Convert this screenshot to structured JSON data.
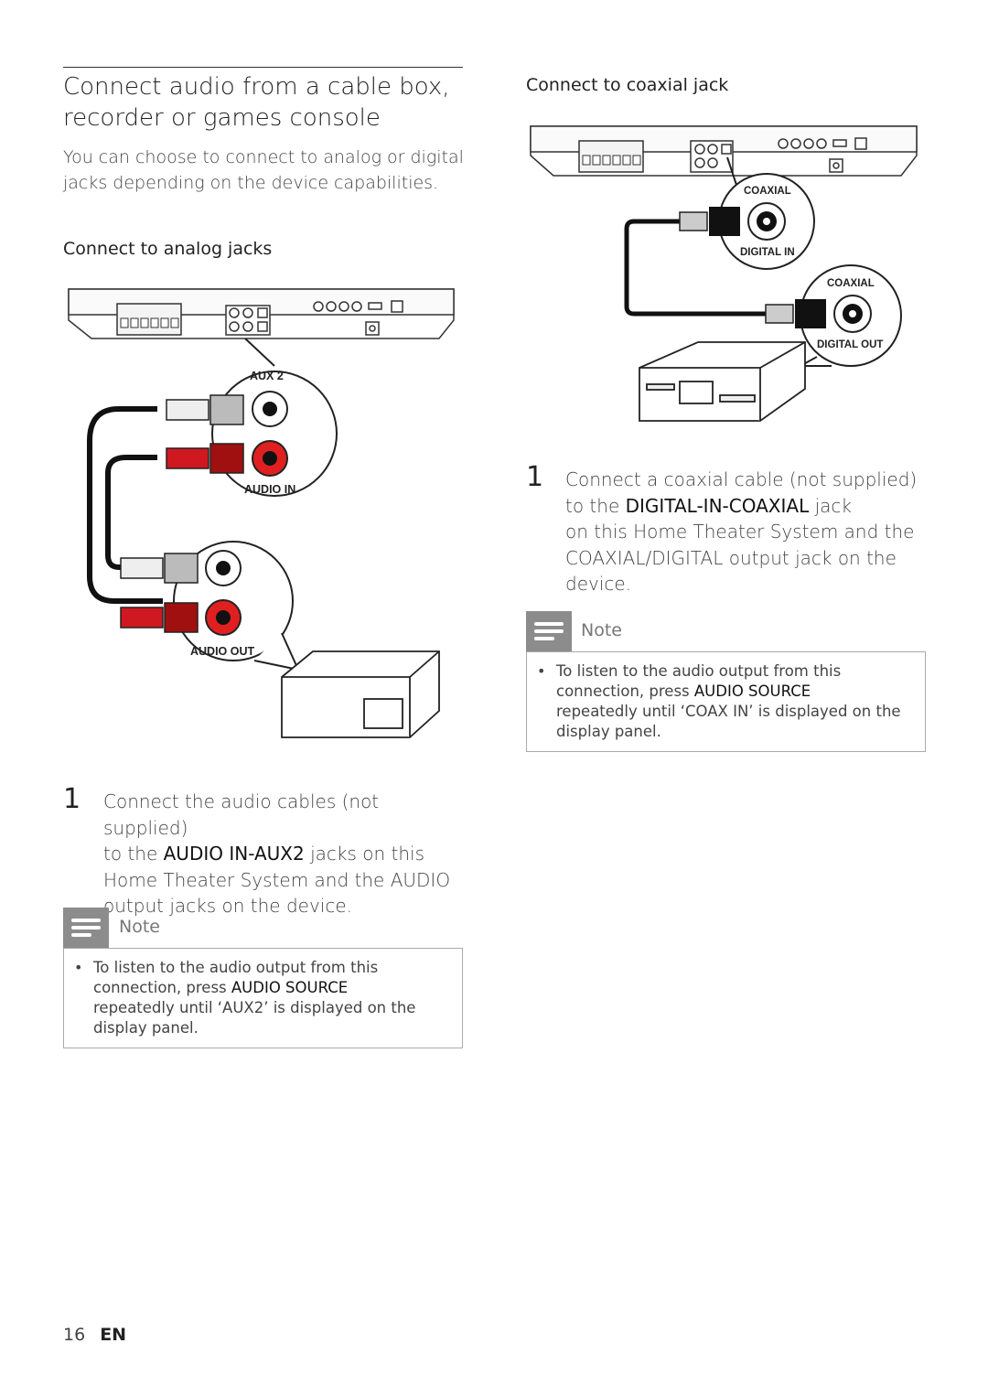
{
  "section": {
    "title_line1": "Connect audio from a cable box,",
    "title_line2": "recorder or games console",
    "intro_line1": "You can choose to connect to analog or digital",
    "intro_line2": "jacks depending on the device capabilities."
  },
  "analog": {
    "heading": "Connect to analog jacks",
    "diagram": {
      "label_aux": "AUX 2",
      "label_in": "AUDIO IN",
      "label_out": "AUDIO OUT"
    },
    "step": {
      "number": "1",
      "line1": "Connect the audio cables (not supplied)",
      "line2_pre": "to the ",
      "line2_kw": "AUDIO IN-AUX2",
      "line2_post": " jacks on this",
      "line3": "Home Theater System and the AUDIO",
      "line4": "output jacks on the device."
    },
    "note": {
      "label": "Note",
      "bullet": "•",
      "line1": "To listen to the audio output from this",
      "line2_pre": "connection, press ",
      "line2_kw": "AUDIO SOURCE",
      "line3": "repeatedly until ‘AUX2’ is displayed on the",
      "line4": "display panel."
    }
  },
  "coaxial": {
    "heading": "Connect to coaxial jack",
    "diagram": {
      "label_coax_top": "COAXIAL",
      "label_digital_in": "DIGITAL IN",
      "label_coax_bottom": "COAXIAL",
      "label_digital_out": "DIGITAL OUT"
    },
    "step": {
      "number": "1",
      "line1": "Connect a coaxial cable (not supplied)",
      "line2_pre": "to the ",
      "line2_kw": "DIGITAL-IN-COAXIAL",
      "line2_post": " jack",
      "line3": "on this Home Theater System and the",
      "line4": "COAXIAL/DIGITAL output jack on the",
      "line5": "device."
    },
    "note": {
      "label": "Note",
      "bullet": "•",
      "line1": "To listen to the audio output from this",
      "line2_pre": "connection, press ",
      "line2_kw": "AUDIO SOURCE",
      "line3": "repeatedly until ‘COAX IN’ is displayed on the",
      "line4": "display panel."
    }
  },
  "footer": {
    "page_number": "16",
    "language": "EN"
  },
  "colors": {
    "cable_red": "#d01820",
    "cable_black": "#111111",
    "note_tab": "#8c8c8c"
  }
}
